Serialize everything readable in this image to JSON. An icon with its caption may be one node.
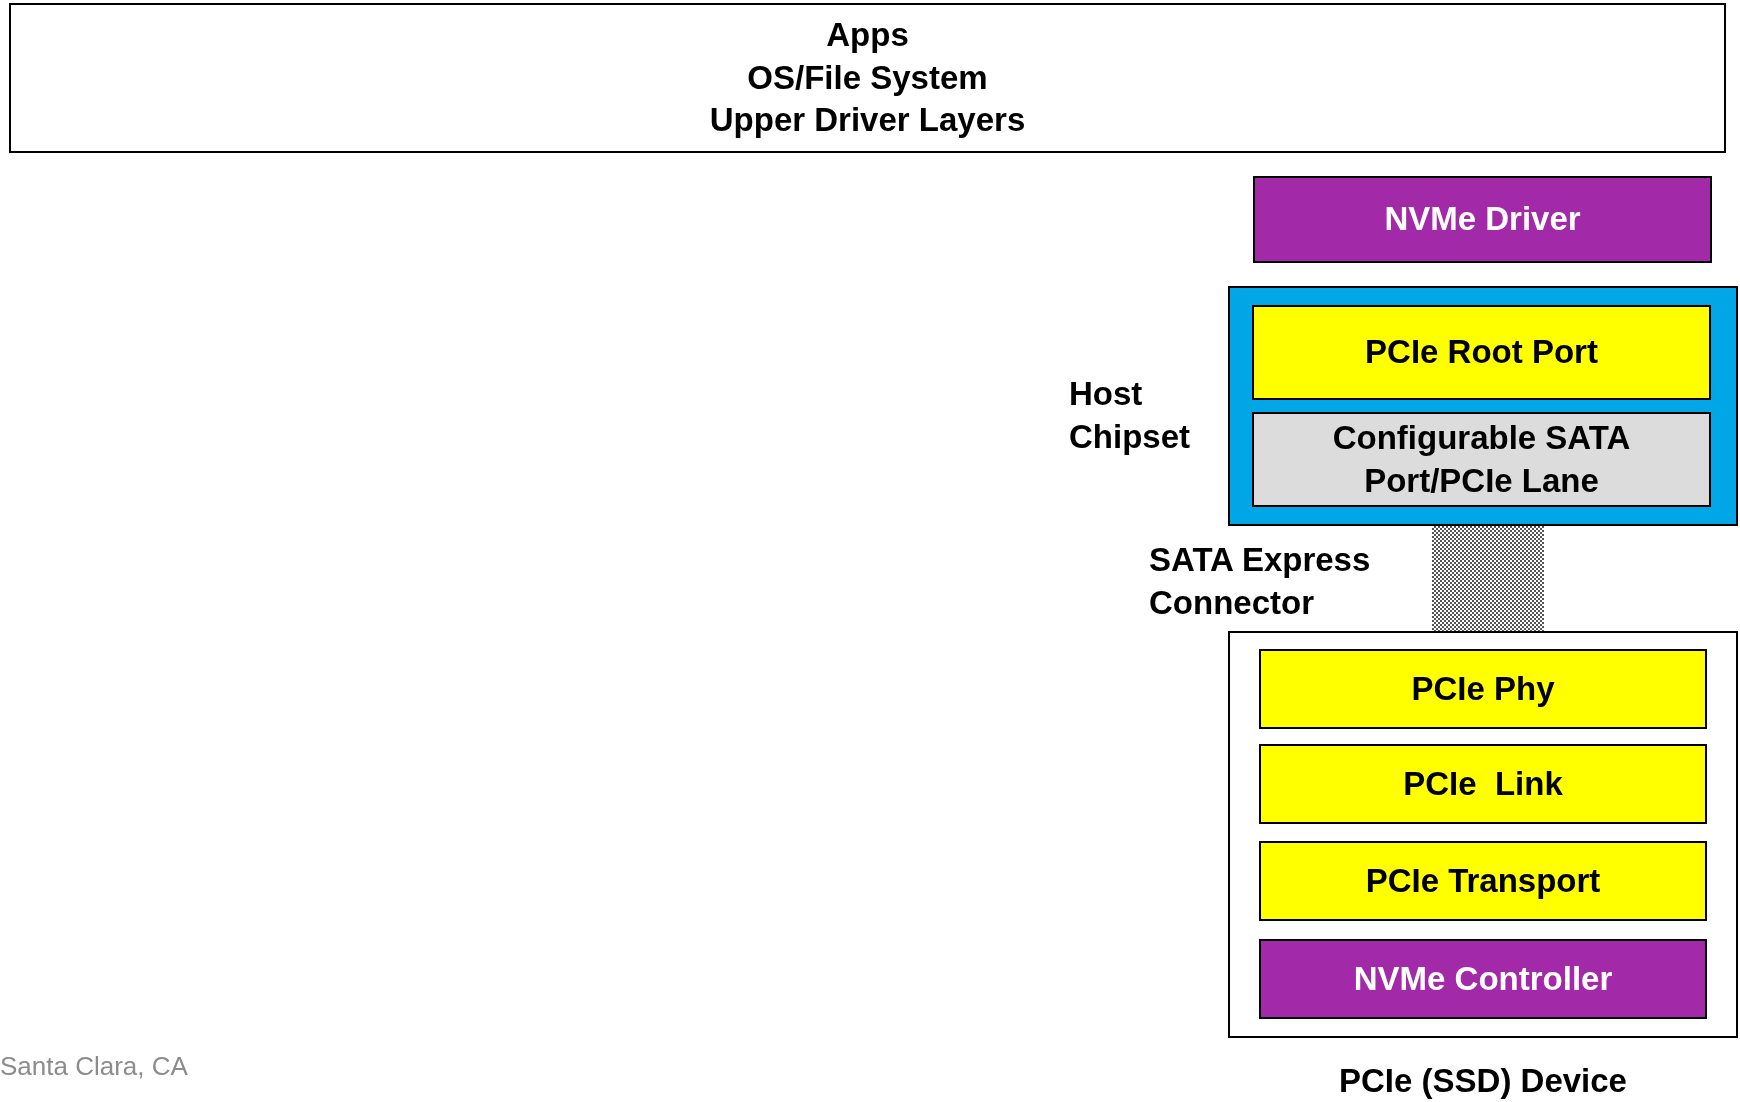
{
  "diagram": {
    "nodes": [
      {
        "text": [
          "Apps",
          "OS/File System",
          "Upper Driver Layers"
        ]
      },
      {
        "text": [
          "NVMe Driver"
        ]
      },
      {
        "text": [
          "Host Chipset"
        ]
      },
      {
        "text": [
          "PCIe Root Port"
        ],
        "in": 2
      },
      {
        "text": [
          "Configurable SATA Port/PCIe Lane"
        ],
        "in": 2
      },
      {
        "text": [],
        "shape": "bar"
      },
      {
        "text": [
          "PCIe (SSD) Device"
        ]
      },
      {
        "text": [
          "PCIe Phy"
        ],
        "in": 6
      },
      {
        "text": [
          "PCIe  Link"
        ],
        "in": 6
      },
      {
        "text": [
          "PCIe Transport"
        ],
        "in": 6
      },
      {
        "text": [
          "NVMe Controller"
        ],
        "in": 6
      }
    ],
    "labels": [
      "SATA Express Connector",
      "Santa Clara, CA"
    ]
  }
}
